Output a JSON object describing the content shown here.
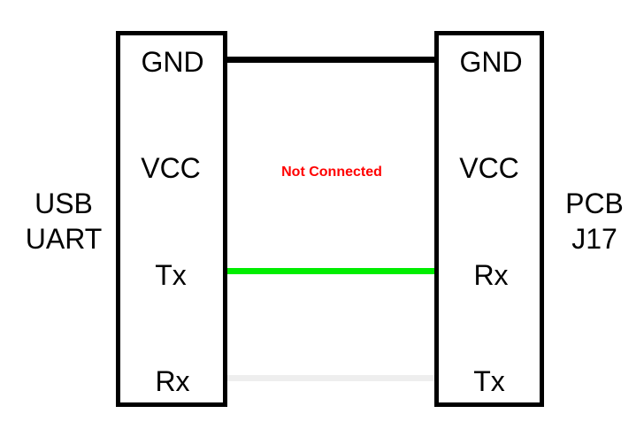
{
  "left": {
    "label_line1": "USB",
    "label_line2": "UART",
    "pins": [
      "GND",
      "VCC",
      "Tx",
      "Rx"
    ]
  },
  "right": {
    "label_line1": "PCB",
    "label_line2": "J17",
    "pins": [
      "GND",
      "VCC",
      "Rx",
      "Tx"
    ]
  },
  "connections": {
    "gnd": {
      "from": "GND",
      "to": "GND",
      "color": "#000000"
    },
    "vcc": {
      "note": "Not Connected",
      "note_color": "#ff0000"
    },
    "tx_rx": {
      "from": "Tx",
      "to": "Rx",
      "color": "#00ee00"
    },
    "rx_tx": {
      "from": "Rx",
      "to": "Tx",
      "color": "#eeeeee"
    }
  }
}
